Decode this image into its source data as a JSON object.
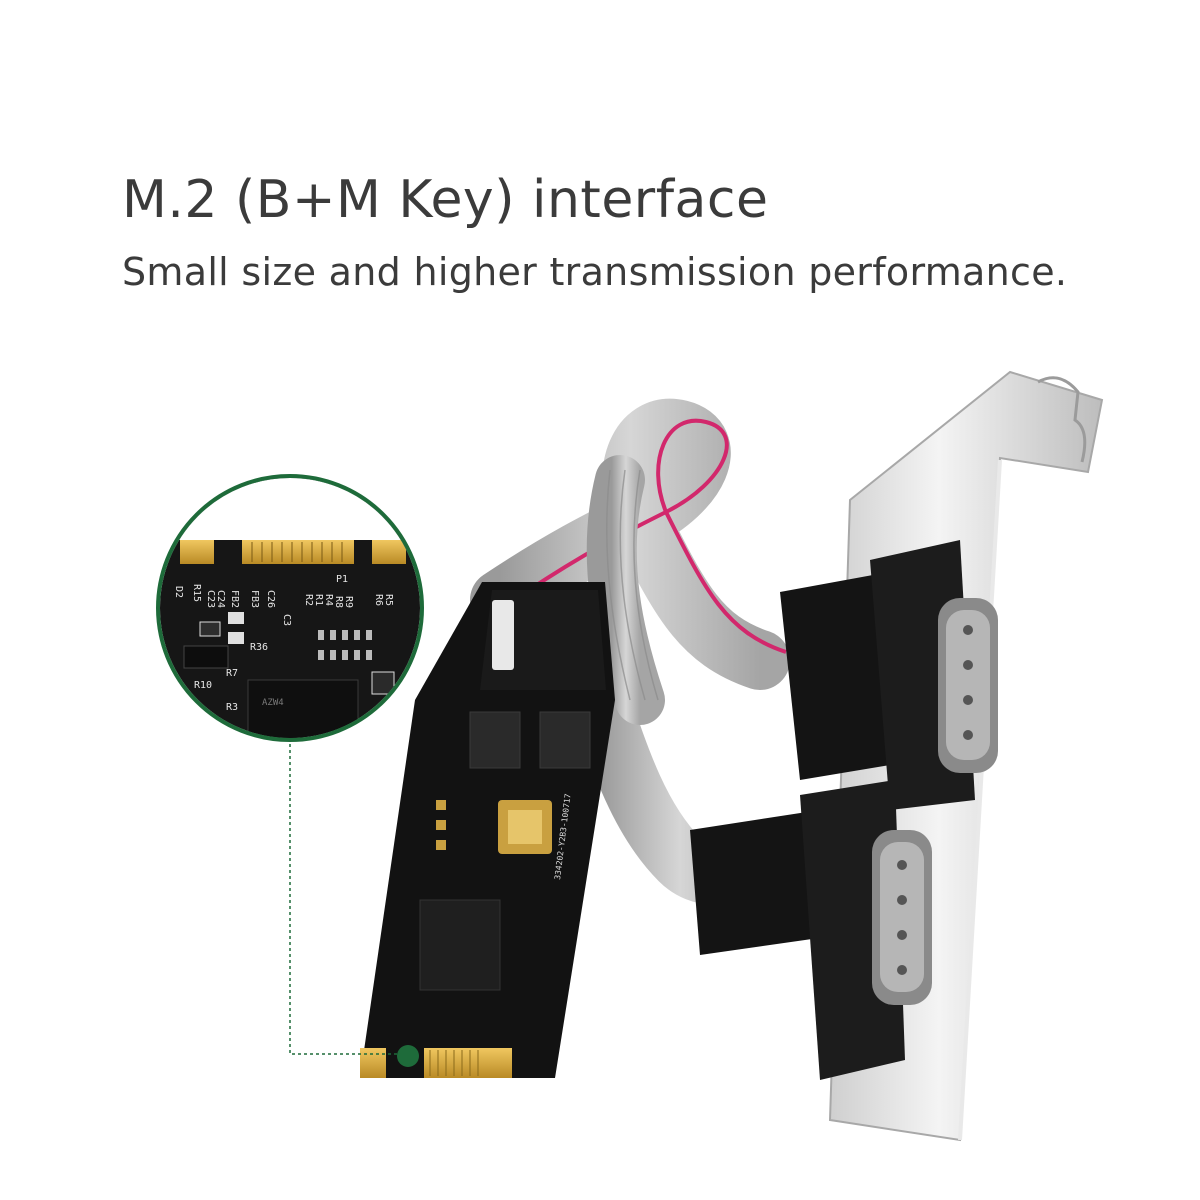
{
  "headline": "M.2 (B+M Key) interface",
  "subheadline": "Small size and higher transmission performance.",
  "colors": {
    "text": "#3b3b3b",
    "accent_green": "#1e6b3a",
    "pcb": "#111111",
    "gold": "#d4a53a",
    "cable_grey": "#b9b9b9",
    "cable_stripe": "#d2286c"
  },
  "pcb_silkscreen": {
    "module_text": "334202-Y2B3-100717",
    "zoom_labels": [
      "P1",
      "R6",
      "R5",
      "R2",
      "R1",
      "R4",
      "R8",
      "R9",
      "C26",
      "FB3",
      "FB2",
      "C24",
      "C23",
      "R15",
      "D2",
      "R7",
      "R36",
      "R10",
      "R3",
      "C3"
    ],
    "chip_text": "AZW4"
  }
}
